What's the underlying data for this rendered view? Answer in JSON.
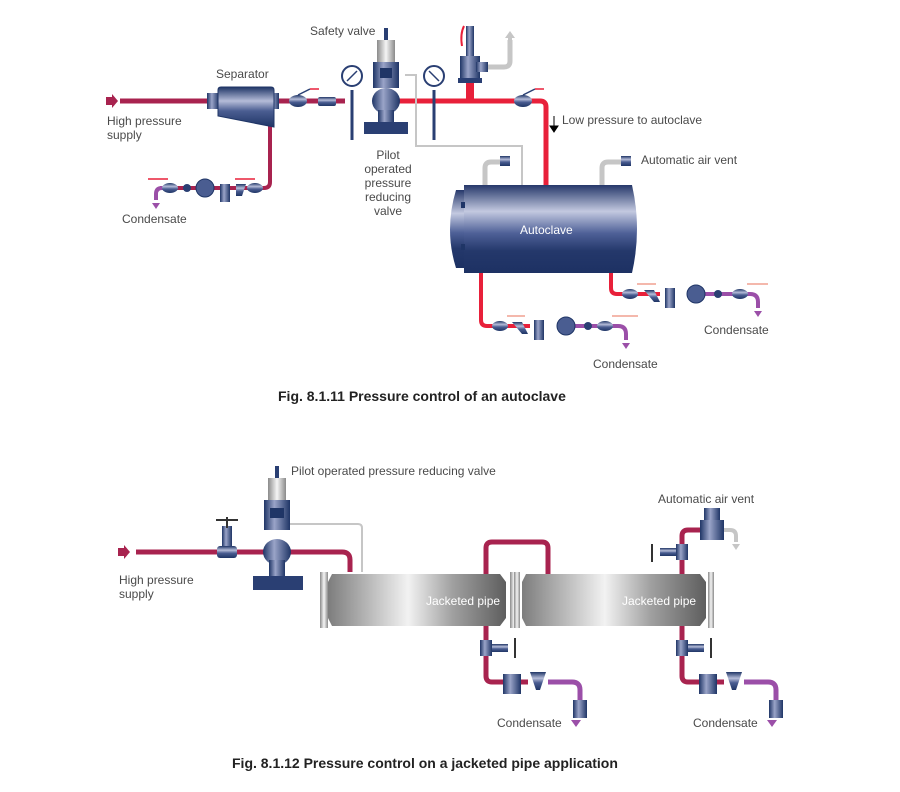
{
  "colors": {
    "high_pressure_steam": "#a8234f",
    "low_pressure_steam": "#e8203a",
    "condensate": "#9b4fa8",
    "equipment_blue": "#2a3f73",
    "air_grey": "#c6c6c6",
    "jacket_grey": "#8a8a8a"
  },
  "figure1": {
    "caption": "Fig. 8.1.11 Pressure control of an autoclave",
    "labels": {
      "high_pressure_supply": [
        "High pressure",
        "supply"
      ],
      "separator": "Separator",
      "safety_valve": "Safety valve",
      "prv": [
        "Pilot",
        "operated",
        "pressure",
        "reducing",
        "valve"
      ],
      "low_pressure": "Low pressure to autoclave",
      "air_vent": "Automatic air vent",
      "autoclave": "Autoclave",
      "condensate_left": "Condensate",
      "condensate_bottom": "Condensate",
      "condensate_right": "Condensate"
    }
  },
  "figure2": {
    "caption": "Fig. 8.1.12 Pressure control on a jacketed pipe application",
    "labels": {
      "prv": "Pilot operated pressure reducing valve",
      "high_pressure_supply": [
        "High pressure",
        "supply"
      ],
      "air_vent": "Automatic air vent",
      "jacketed_pipe_1": "Jacketed pipe",
      "jacketed_pipe_2": "Jacketed pipe",
      "condensate_1": "Condensate",
      "condensate_2": "Condensate"
    }
  }
}
